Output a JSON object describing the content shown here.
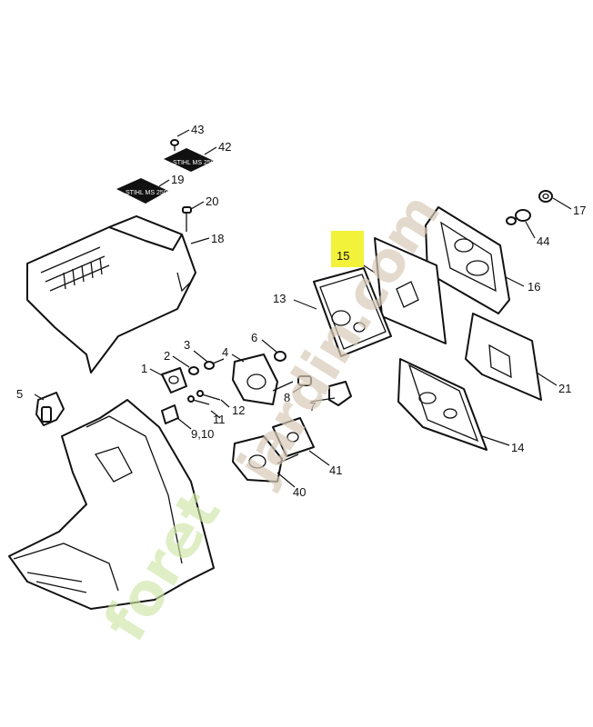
{
  "watermark": {
    "part1": "foret",
    "part2": "jardin.com"
  },
  "highlight_color": "#f2f23a",
  "callouts": {
    "p43": "43",
    "p42": "42",
    "p19": "19",
    "p20": "20",
    "p18": "18",
    "p15": "15",
    "p17": "17",
    "p44": "44",
    "p16": "16",
    "p13": "13",
    "p6": "6",
    "p3": "3",
    "p2": "2",
    "p4": "4",
    "p1": "1",
    "p8": "8",
    "p7": "7",
    "p12": "12",
    "p11": "11",
    "p5": "5",
    "p910": "9,10",
    "p41": "41",
    "p40": "40",
    "p21": "21",
    "p14": "14"
  },
  "plate_label": "STIHL MS 250"
}
